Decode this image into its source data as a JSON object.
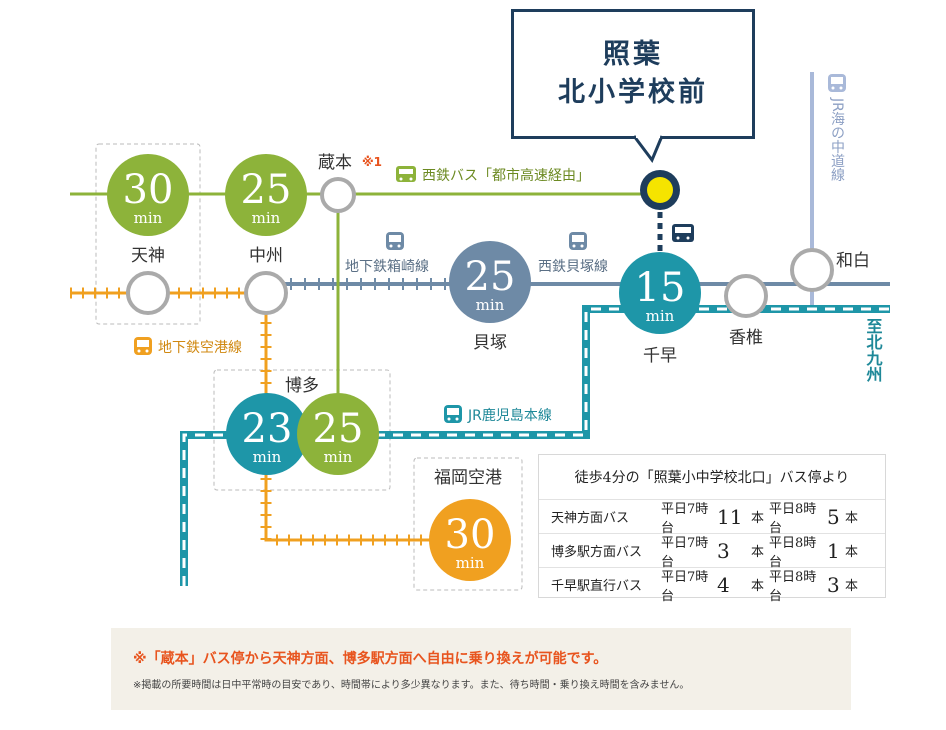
{
  "callout": {
    "line1": "照葉",
    "line2": "北小学校前"
  },
  "stations": {
    "tenjin": "天神",
    "nakasu": "中州",
    "kuramoto": "蔵本",
    "kuramoto_note": "※1",
    "kaizuka": "貝塚",
    "chihaya": "千早",
    "kashii": "香椎",
    "wajiro": "和白",
    "hakata": "博多",
    "airport": "福岡空港"
  },
  "times": {
    "tenjin": "30",
    "nakasu": "25",
    "kaizuka": "25",
    "chihaya": "15",
    "hakata_subway": "23",
    "hakata_bus": "25",
    "airport": "30",
    "unit": "min"
  },
  "lines": {
    "nishitetsu_bus": "西鉄バス「都市高速経由」",
    "hakozaki": "地下鉄箱崎線",
    "kaizuka_line": "西鉄貝塚線",
    "airport_line": "地下鉄空港線",
    "kagoshima": "JR鹿児島本線",
    "uminonakamichi": "JR海の中道線",
    "kitakyushu": "至北九州"
  },
  "bus_table": {
    "header": "徒歩4分の「照葉小中学校北口」バス停より",
    "rows": [
      {
        "route": "天神方面バス",
        "t1": "平日7時台",
        "n1": "11",
        "t2": "平日8時台",
        "n2": "5"
      },
      {
        "route": "博多駅方面バス",
        "t1": "平日7時台",
        "n1": "3",
        "t2": "平日8時台",
        "n2": "1"
      },
      {
        "route": "千早駅直行バス",
        "t1": "平日7時台",
        "n1": "4",
        "t2": "平日8時台",
        "n2": "3"
      }
    ],
    "unit": "本"
  },
  "note": {
    "main": "※「蔵本」バス停から天神方面、博多駅方面へ自由に乗り換えが可能です。",
    "sub": "※掲載の所要時間は日中平常時の目安であり、時間帯により多少異なります。また、待ち時間・乗り換え時間を含みません。"
  },
  "colors": {
    "bus_line": "#8db33a",
    "hakozaki_line": "#6e8aa6",
    "kaizuka_line": "#6e8aa6",
    "airport_line": "#f0a020",
    "jr_line": "#1e96a8",
    "jr_umi": "#a9b9d9",
    "callout_border": "#1e3d5c",
    "note_text": "#e8541e"
  }
}
